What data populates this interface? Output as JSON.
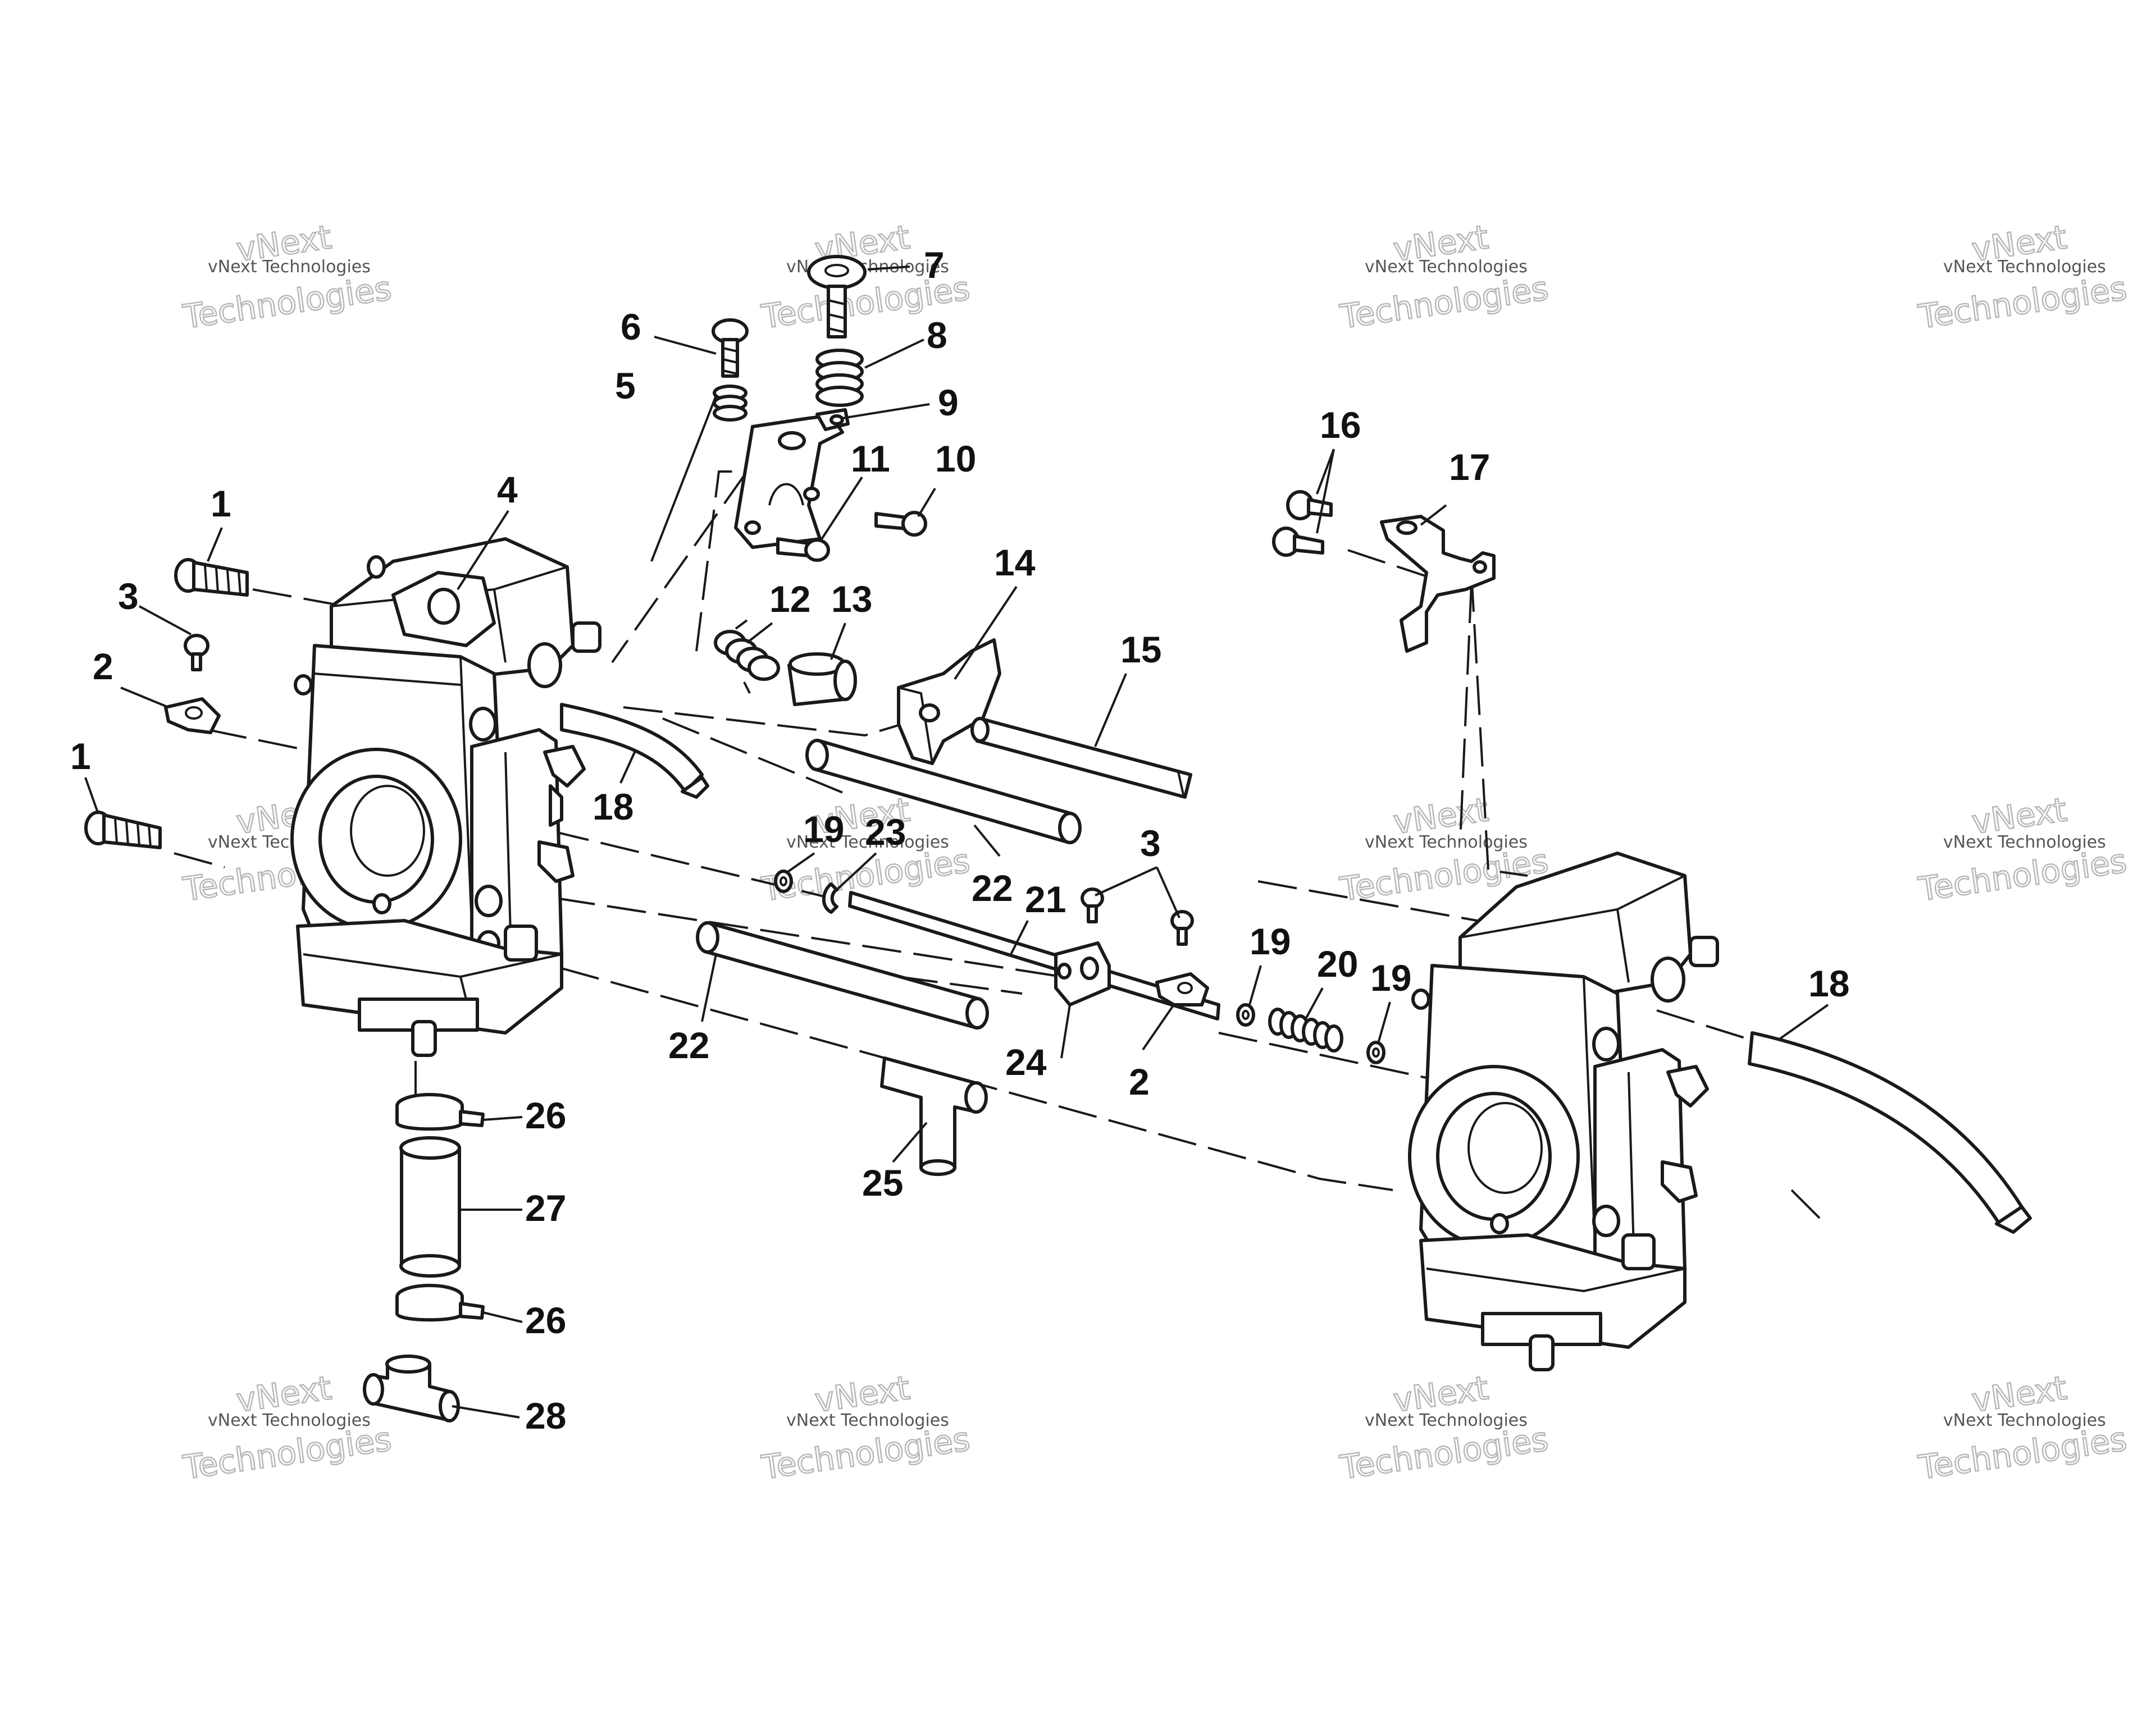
{
  "watermark": {
    "small": "vNext Technologies",
    "big_top": "vNext",
    "big_bottom": "Technologies"
  },
  "callouts": {
    "c1a": "1",
    "c1b": "1",
    "c2a": "2",
    "c2b": "2",
    "c3a": "3",
    "c3b": "3",
    "c4": "4",
    "c5": "5",
    "c6": "6",
    "c7": "7",
    "c8": "8",
    "c9": "9",
    "c10": "10",
    "c11": "11",
    "c12": "12",
    "c13": "13",
    "c14": "14",
    "c15": "15",
    "c16": "16",
    "c17": "17",
    "c18a": "18",
    "c18b": "18",
    "c19a": "19",
    "c19b": "19",
    "c19c": "19",
    "c20": "20",
    "c21": "21",
    "c22a": "22",
    "c22b": "22",
    "c23": "23",
    "c24": "24",
    "c25": "25",
    "c26a": "26",
    "c26b": "26",
    "c27": "27",
    "c28": "28"
  }
}
